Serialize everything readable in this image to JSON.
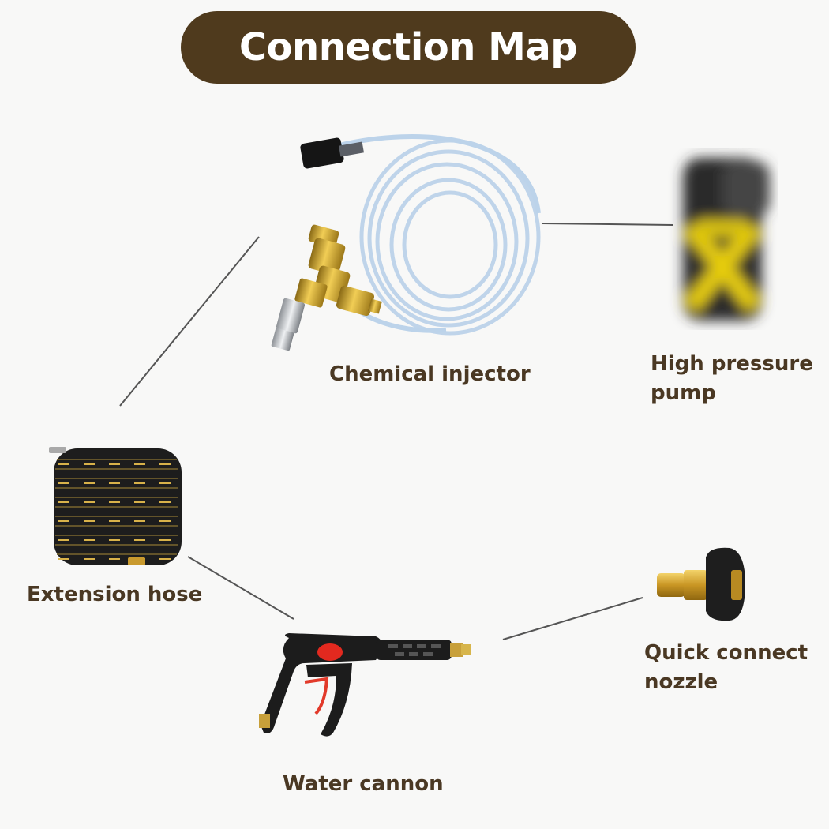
{
  "title": "Connection Map",
  "components": {
    "chemical_injector": {
      "label": "Chemical injector"
    },
    "high_pressure_pump": {
      "label_lines": [
        "High pressure",
        "pump"
      ]
    },
    "extension_hose": {
      "label": "Extension hose"
    },
    "water_cannon": {
      "label": "Water cannon"
    },
    "quick_connect_nozzle": {
      "label_lines": [
        "Quick connect",
        "nozzle"
      ]
    }
  },
  "connections": [
    {
      "from": "chemical_injector",
      "to": "high_pressure_pump"
    },
    {
      "from": "chemical_injector",
      "to": "extension_hose"
    },
    {
      "from": "extension_hose",
      "to": "water_cannon"
    },
    {
      "from": "water_cannon",
      "to": "quick_connect_nozzle"
    }
  ],
  "colors": {
    "title_background": "#4f3a1d",
    "label_text": "#4a3823",
    "connector_line": "#555555",
    "background": "#f8f8f7"
  }
}
